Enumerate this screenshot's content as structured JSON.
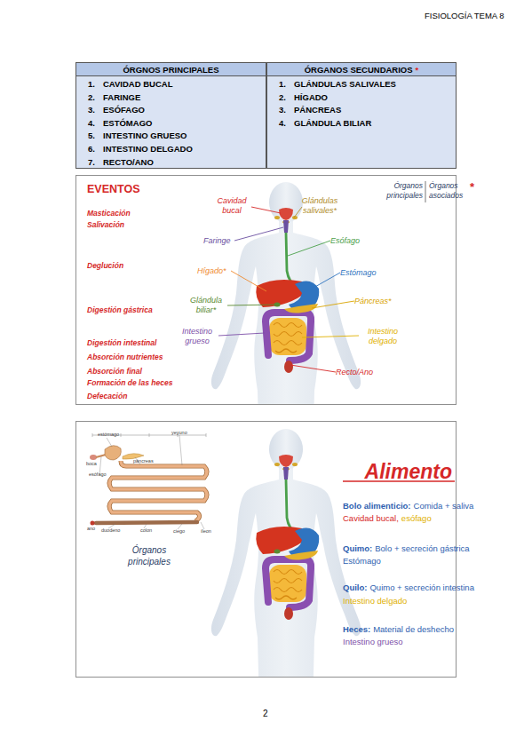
{
  "diagram": {
    "nodes": [
      {
        "text": [
          "ÓRGNOS PRINCIPALES"
        ]
      },
      {
        "text": [
          "ÓRGANOS SECUNDARIOS",
          "*"
        ]
      },
      {
        "text": [
          "1.",
          "CAVIDAD BUCAL",
          "2.",
          "FARINGE",
          "3.",
          "ESÓFAGO",
          "4.",
          "ESTÓMAGO",
          "5.",
          "INTESTINO GRUESO",
          "6.",
          "INTESTINO DELGADO",
          "7.",
          "RECTO/ANO"
        ]
      },
      {
        "text": [
          "1.",
          "GLÁNDULAS SALIVALES",
          "2.",
          "HÍGADO",
          "3.",
          "PÁNCREAS",
          "4.",
          "GLÁNDULA BILIAR"
        ]
      },
      {
        "text": [
          "EVENTOS"
        ]
      },
      {
        "text": [
          "Alimento"
        ]
      }
    ],
    "labels": [
      "FISIOLOGÍA TEMA 8",
      "Órganos principales",
      "Órganos asociados",
      "*",
      "Masticación",
      "Salivación",
      "Deglución",
      "Digestión gástrica",
      "Digestión intestinal",
      "Absorción nutrientes",
      "Absorción final",
      "Formación de las heces",
      "Defecación",
      "Cavidad bucal",
      "Glándulas salivales*",
      "Faringe",
      "Esófago",
      "Hígado*",
      "Estómago",
      "Glándula biliar*",
      "Páncreas*",
      "Intestino grueso",
      "Intestino delgado",
      "Recto/Ano",
      "estómago",
      "yeyuno",
      "boca",
      "páncreas",
      "esófago",
      "ano",
      "duodeno",
      "colon",
      "ciego",
      "íleon",
      "Órganos principales",
      "Bolo alimenticio:",
      "Comida + saliva",
      "Cavidad bucal,",
      "esófago",
      "Quimo:",
      "Bolo + secreción gástrica",
      "Estómago",
      "Quilo:",
      "Quimo + secreción intestina",
      "Intestino delgado",
      "Heces:",
      "Material de deshecho",
      "Intestino grueso",
      "2"
    ]
  }
}
